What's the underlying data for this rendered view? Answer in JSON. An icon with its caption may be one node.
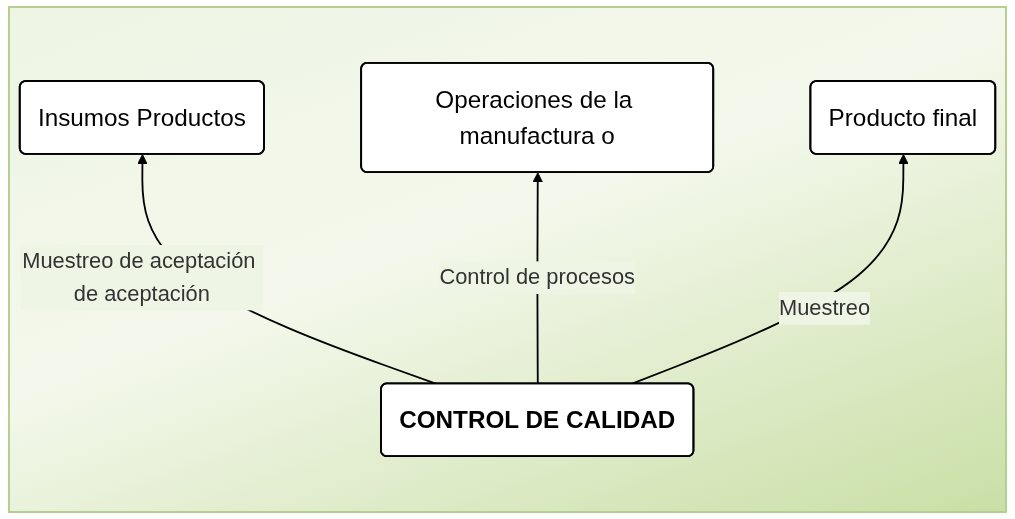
{
  "diagram": {
    "nodes": [
      {
        "text": [
          "Insumos Productos"
        ]
      },
      {
        "text": [
          "Operaciones de la manufactura o"
        ]
      },
      {
        "text": [
          "Producto final"
        ]
      },
      {
        "text": [
          "CONTROL DE CALIDAD"
        ]
      }
    ],
    "edges": [
      {
        "from": 3,
        "to": 0,
        "arrow": "to",
        "label": "Muestreo de aceptación de aceptación"
      },
      {
        "from": 3,
        "to": 1,
        "arrow": "to",
        "label": "Control de procesos"
      },
      {
        "from": 3,
        "to": 2,
        "arrow": "to",
        "label": "Muestreo"
      }
    ]
  }
}
